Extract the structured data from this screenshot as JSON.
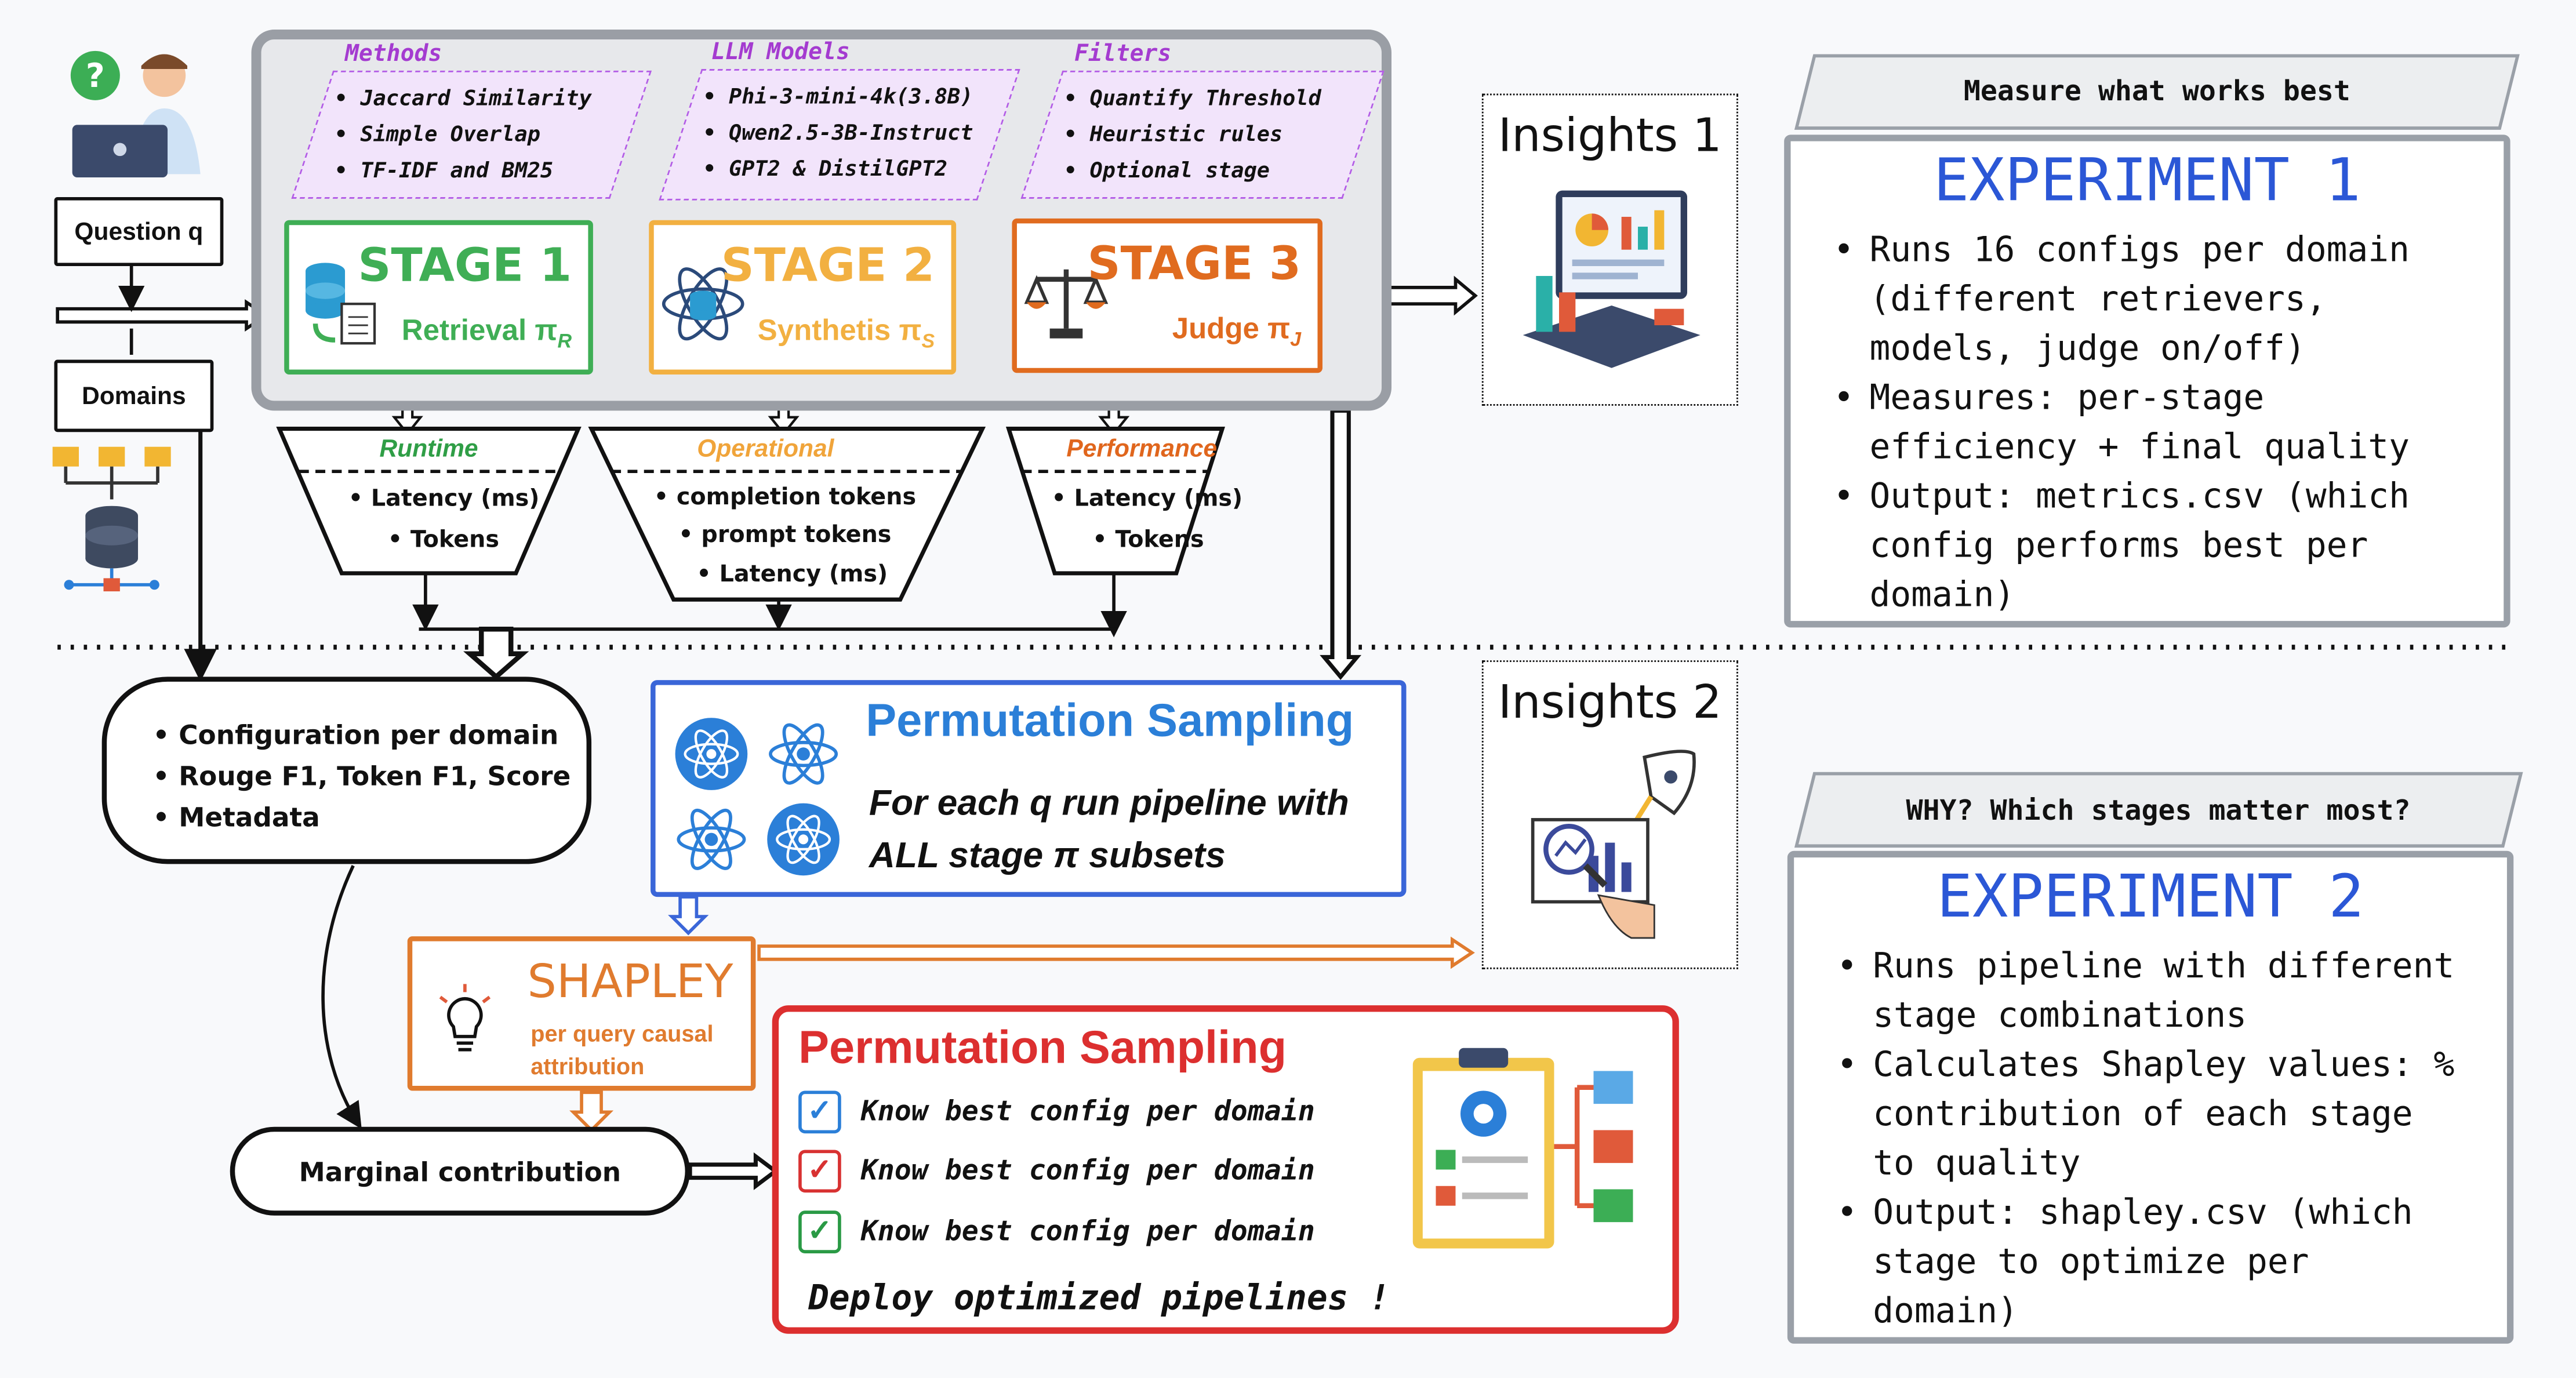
{
  "pipeline": {
    "categories": [
      {
        "title": "Methods",
        "items": [
          "Jaccard Similarity",
          "Simple Overlap",
          "TF-IDF and BM25"
        ]
      },
      {
        "title": "LLM Models",
        "items": [
          "Phi-3-mini-4k(3.8B)",
          "Qwen2.5-3B-Instruct",
          "GPT2 & DistilGPT2"
        ]
      },
      {
        "title": "Filters",
        "items": [
          "Quantify Threshold",
          "Heuristic rules",
          "Optional stage"
        ]
      }
    ],
    "stages": [
      {
        "title": "STAGE 1",
        "sub": "Retrieval",
        "pi": "π",
        "sub_index": "R",
        "color": "#3fae55"
      },
      {
        "title": "STAGE 2",
        "sub": "Synthetis",
        "pi": "π",
        "sub_index": "S",
        "color": "#f2b041"
      },
      {
        "title": "STAGE 3",
        "sub": "Judge",
        "pi": "π",
        "sub_index": "J",
        "color": "#e06b1f"
      }
    ],
    "metrics": [
      {
        "title": "Runtime",
        "color": "#2f9e46",
        "items": [
          "Latency (ms)",
          "Tokens"
        ]
      },
      {
        "title": "Operational",
        "color": "#f0a43a",
        "items": [
          "completion tokens",
          "prompt tokens",
          "Latency (ms)"
        ]
      },
      {
        "title": "Performance",
        "color": "#e0661d",
        "items": [
          "Latency (ms)",
          "Tokens"
        ]
      }
    ]
  },
  "inputs": {
    "question": "Question q",
    "domains": "Domains"
  },
  "results_pill": {
    "items": [
      "Configuration per domain",
      "Rouge F1, Token F1, Score",
      "Metadata"
    ]
  },
  "marginal": "Marginal contribution",
  "permutation": {
    "title": "Permutation Sampling",
    "line1": "For each q run pipeline with",
    "line2": "ALL stage π subsets"
  },
  "shapley": {
    "title": "SHAPLEY",
    "sub1": "per query causal",
    "sub2": "attribution"
  },
  "final": {
    "title": "Permutation Sampling",
    "checks": [
      {
        "text": "Know best config per domain",
        "color": "#2b7fd8"
      },
      {
        "text": "Know best config per domain",
        "color": "#d83232"
      },
      {
        "text": "Know best config per domain",
        "color": "#2a9a45"
      }
    ],
    "deploy": "Deploy optimized pipelines !"
  },
  "insights": [
    "Insights 1",
    "Insights 2"
  ],
  "experiments": [
    {
      "tab": "Measure what works best",
      "title": "EXPERIMENT 1",
      "bullets": [
        [
          "Runs 16 configs per domain",
          "(different retrievers,",
          "models, judge on/off)"
        ],
        [
          "Measures: per-stage",
          "efficiency + final quality"
        ],
        [
          "Output: metrics.csv (which",
          "config performs best per",
          "domain)"
        ]
      ]
    },
    {
      "tab": "WHY? Which stages matter most?",
      "title": "EXPERIMENT 2",
      "bullets": [
        [
          "Runs pipeline with different",
          "stage combinations"
        ],
        [
          "Calculates Shapley values: %",
          "contribution of each stage",
          "to quality"
        ],
        [
          "Output: shapley.csv (which",
          "stage to optimize per",
          "domain)"
        ]
      ]
    }
  ],
  "icons": [
    "user-question-icon",
    "laptop-icon",
    "folder-tree-icon",
    "database-icon",
    "retrieval-db-icon",
    "atom-db-icon",
    "scales-icon",
    "dashboard-illustration-icon",
    "rocket-analytics-icon",
    "atom-icon",
    "lightbulb-icon",
    "clipboard-flow-icon"
  ]
}
